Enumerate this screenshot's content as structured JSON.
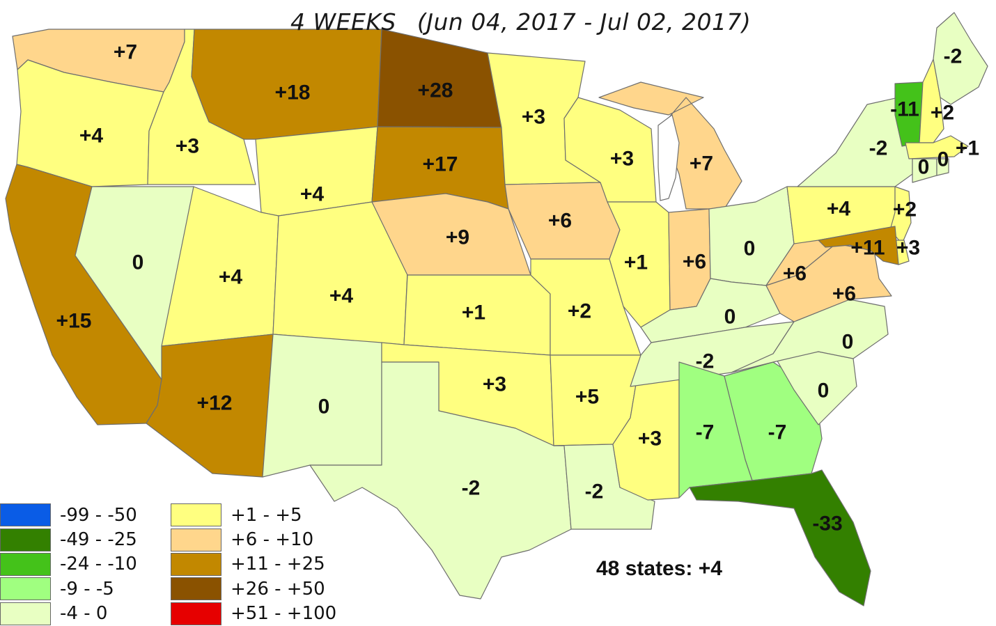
{
  "subtitle": {
    "period": "4 WEEKS",
    "range": "(Jun 04, 2017 - Jul 02, 2017)"
  },
  "summary": "48 states: +4",
  "legend": [
    {
      "label": "-99 - -50",
      "color": "#0a5ce6"
    },
    {
      "label": "-49 - -25",
      "color": "#338000"
    },
    {
      "label": "-24 - -10",
      "color": "#44c21a"
    },
    {
      "label": "-9 - -5",
      "color": "#a0ff80"
    },
    {
      "label": "-4 - 0",
      "color": "#e8ffc2"
    },
    {
      "label": "+1 - +5",
      "color": "#ffff80"
    },
    {
      "label": "+6 - +10",
      "color": "#ffd68c"
    },
    {
      "label": "+11 - +25",
      "color": "#c28800"
    },
    {
      "label": "+26 - +50",
      "color": "#8a5200"
    },
    {
      "label": "+51 - +100",
      "color": "#e60000"
    }
  ],
  "states": [
    {
      "code": "WA",
      "value": "+7"
    },
    {
      "code": "OR",
      "value": "+4"
    },
    {
      "code": "CA",
      "value": "+15"
    },
    {
      "code": "ID",
      "value": "+3"
    },
    {
      "code": "NV",
      "value": "0"
    },
    {
      "code": "MT",
      "value": "+18"
    },
    {
      "code": "WY",
      "value": "+4"
    },
    {
      "code": "UT",
      "value": "+4"
    },
    {
      "code": "AZ",
      "value": "+12"
    },
    {
      "code": "CO",
      "value": "+4"
    },
    {
      "code": "NM",
      "value": "0"
    },
    {
      "code": "ND",
      "value": "+28"
    },
    {
      "code": "SD",
      "value": "+17"
    },
    {
      "code": "NE",
      "value": "+9"
    },
    {
      "code": "KS",
      "value": "+1"
    },
    {
      "code": "OK",
      "value": "+3"
    },
    {
      "code": "TX",
      "value": "-2"
    },
    {
      "code": "MN",
      "value": "+3"
    },
    {
      "code": "IA",
      "value": "+6"
    },
    {
      "code": "MO",
      "value": "+2"
    },
    {
      "code": "AR",
      "value": "+5"
    },
    {
      "code": "LA",
      "value": "-2"
    },
    {
      "code": "WI",
      "value": "+3"
    },
    {
      "code": "IL",
      "value": "+1"
    },
    {
      "code": "MS",
      "value": "+3"
    },
    {
      "code": "MI",
      "value": "+7"
    },
    {
      "code": "IN",
      "value": "+6"
    },
    {
      "code": "OH",
      "value": "0"
    },
    {
      "code": "KY",
      "value": "0"
    },
    {
      "code": "TN",
      "value": "-2"
    },
    {
      "code": "AL",
      "value": "-7"
    },
    {
      "code": "GA",
      "value": "-7"
    },
    {
      "code": "FL",
      "value": "-33"
    },
    {
      "code": "SC",
      "value": "0"
    },
    {
      "code": "NC",
      "value": "0"
    },
    {
      "code": "VA",
      "value": "+6"
    },
    {
      "code": "WV",
      "value": "+6"
    },
    {
      "code": "PA",
      "value": "+4"
    },
    {
      "code": "NY",
      "value": "-2"
    },
    {
      "code": "VT",
      "value": "-11"
    },
    {
      "code": "NH",
      "value": "+2"
    },
    {
      "code": "ME",
      "value": "-2"
    },
    {
      "code": "MA",
      "value": "+1"
    },
    {
      "code": "CT",
      "value": "0"
    },
    {
      "code": "RI",
      "value": "0"
    },
    {
      "code": "NJ",
      "value": "+2"
    },
    {
      "code": "DE",
      "value": "+3"
    },
    {
      "code": "MD",
      "value": "+11"
    }
  ]
}
